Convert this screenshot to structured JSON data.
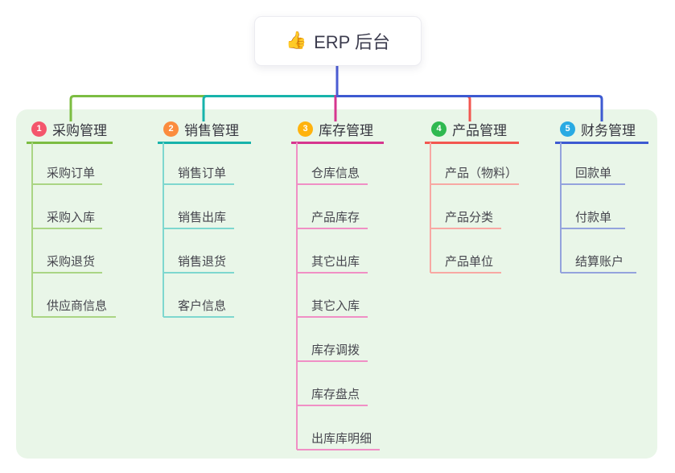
{
  "root": {
    "emoji": "👍",
    "label": "ERP 后台",
    "line_color": "#4b5cd3"
  },
  "panel": {
    "bg_color": "#e9f6e8"
  },
  "branches": [
    {
      "num": "1",
      "label": "采购管理",
      "badge_color": "#f4566c",
      "color": "#7cbd42",
      "child_color": "#aad584",
      "children": [
        "采购订单",
        "采购入库",
        "采购退货",
        "供应商信息"
      ]
    },
    {
      "num": "2",
      "label": "销售管理",
      "badge_color": "#fb8c3e",
      "color": "#17b3ab",
      "child_color": "#7ed7cf",
      "children": [
        "销售订单",
        "销售出库",
        "销售退货",
        "客户信息"
      ]
    },
    {
      "num": "3",
      "label": "库存管理",
      "badge_color": "#ffb30e",
      "color": "#d6368f",
      "child_color": "#f08fc5",
      "children": [
        "仓库信息",
        "产品库存",
        "其它出库",
        "其它入库",
        "库存调拨",
        "库存盘点",
        "出库库明细"
      ]
    },
    {
      "num": "4",
      "label": "产品管理",
      "badge_color": "#2fb950",
      "color": "#f25750",
      "child_color": "#f8a8a3",
      "children": [
        "产品（物料）",
        "产品分类",
        "产品单位"
      ]
    },
    {
      "num": "5",
      "label": "财务管理",
      "badge_color": "#29aae3",
      "color": "#3d5ad1",
      "child_color": "#94a3dd",
      "children": [
        "回款单",
        "付款单",
        "结算账户"
      ]
    }
  ]
}
